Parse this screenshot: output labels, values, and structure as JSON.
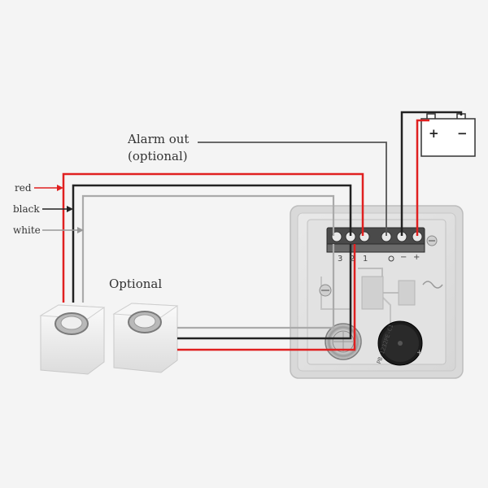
{
  "labels": {
    "alarm_out": "Alarm out",
    "alarm_out_sub": "(optional)",
    "optional": "Optional",
    "red": "red",
    "black": "black",
    "white": "white"
  },
  "battery": {
    "plus": "+",
    "minus": "−"
  },
  "terminals": {
    "t3": "3",
    "t2": "2",
    "t1": "1",
    "neg": "−",
    "pos": "+"
  },
  "chip_text": "PB-1232PE-C1",
  "colors": {
    "red_wire": "#e02020",
    "black_wire": "#222222",
    "white_wire": "#aaaaaa",
    "alarm_wire": "#555555"
  }
}
